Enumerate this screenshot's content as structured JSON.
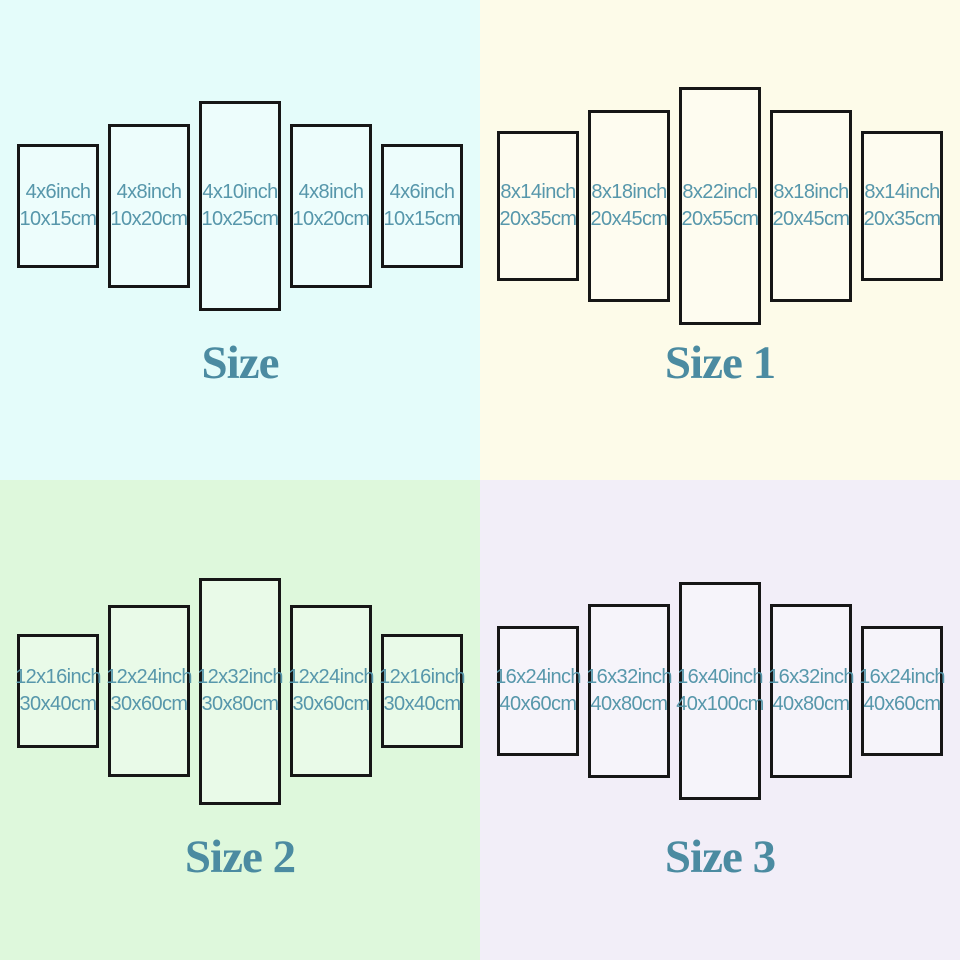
{
  "image_title": "5-piece canvas size chart",
  "colors": {
    "title_text": "#4b8ba1",
    "label_text": "#5797ab",
    "panel_border": "#161616",
    "size_bg": "#e4fcfa",
    "size1_bg": "#fdfbe9",
    "size2_bg": "#def8dc",
    "size3_bg": "#f2eef8"
  },
  "quadrants": [
    {
      "title": "Size",
      "bg": "#e4fcfa",
      "panels": [
        {
          "inch": "4x6inch",
          "cm": "10x15cm"
        },
        {
          "inch": "4x8inch",
          "cm": "10x20cm"
        },
        {
          "inch": "4x10inch",
          "cm": "10x25cm"
        },
        {
          "inch": "4x8inch",
          "cm": "10x20cm"
        },
        {
          "inch": "4x6inch",
          "cm": "10x15cm"
        }
      ]
    },
    {
      "title": "Size 1",
      "bg": "#fdfbe9",
      "panels": [
        {
          "inch": "8x14inch",
          "cm": "20x35cm"
        },
        {
          "inch": "8x18inch",
          "cm": "20x45cm"
        },
        {
          "inch": "8x22inch",
          "cm": "20x55cm"
        },
        {
          "inch": "8x18inch",
          "cm": "20x45cm"
        },
        {
          "inch": "8x14inch",
          "cm": "20x35cm"
        }
      ]
    },
    {
      "title": "Size 2",
      "bg": "#def8dc",
      "panels": [
        {
          "inch": "12x16inch",
          "cm": "30x40cm"
        },
        {
          "inch": "12x24inch",
          "cm": "30x60cm"
        },
        {
          "inch": "12x32inch",
          "cm": "30x80cm"
        },
        {
          "inch": "12x24inch",
          "cm": "30x60cm"
        },
        {
          "inch": "12x16inch",
          "cm": "30x40cm"
        }
      ]
    },
    {
      "title": "Size 3",
      "bg": "#f2eef8",
      "panels": [
        {
          "inch": "16x24inch",
          "cm": "40x60cm"
        },
        {
          "inch": "16x32inch",
          "cm": "40x80cm"
        },
        {
          "inch": "16x40inch",
          "cm": "40x100cm"
        },
        {
          "inch": "16x32inch",
          "cm": "40x80cm"
        },
        {
          "inch": "16x24inch",
          "cm": "40x60cm"
        }
      ]
    }
  ]
}
